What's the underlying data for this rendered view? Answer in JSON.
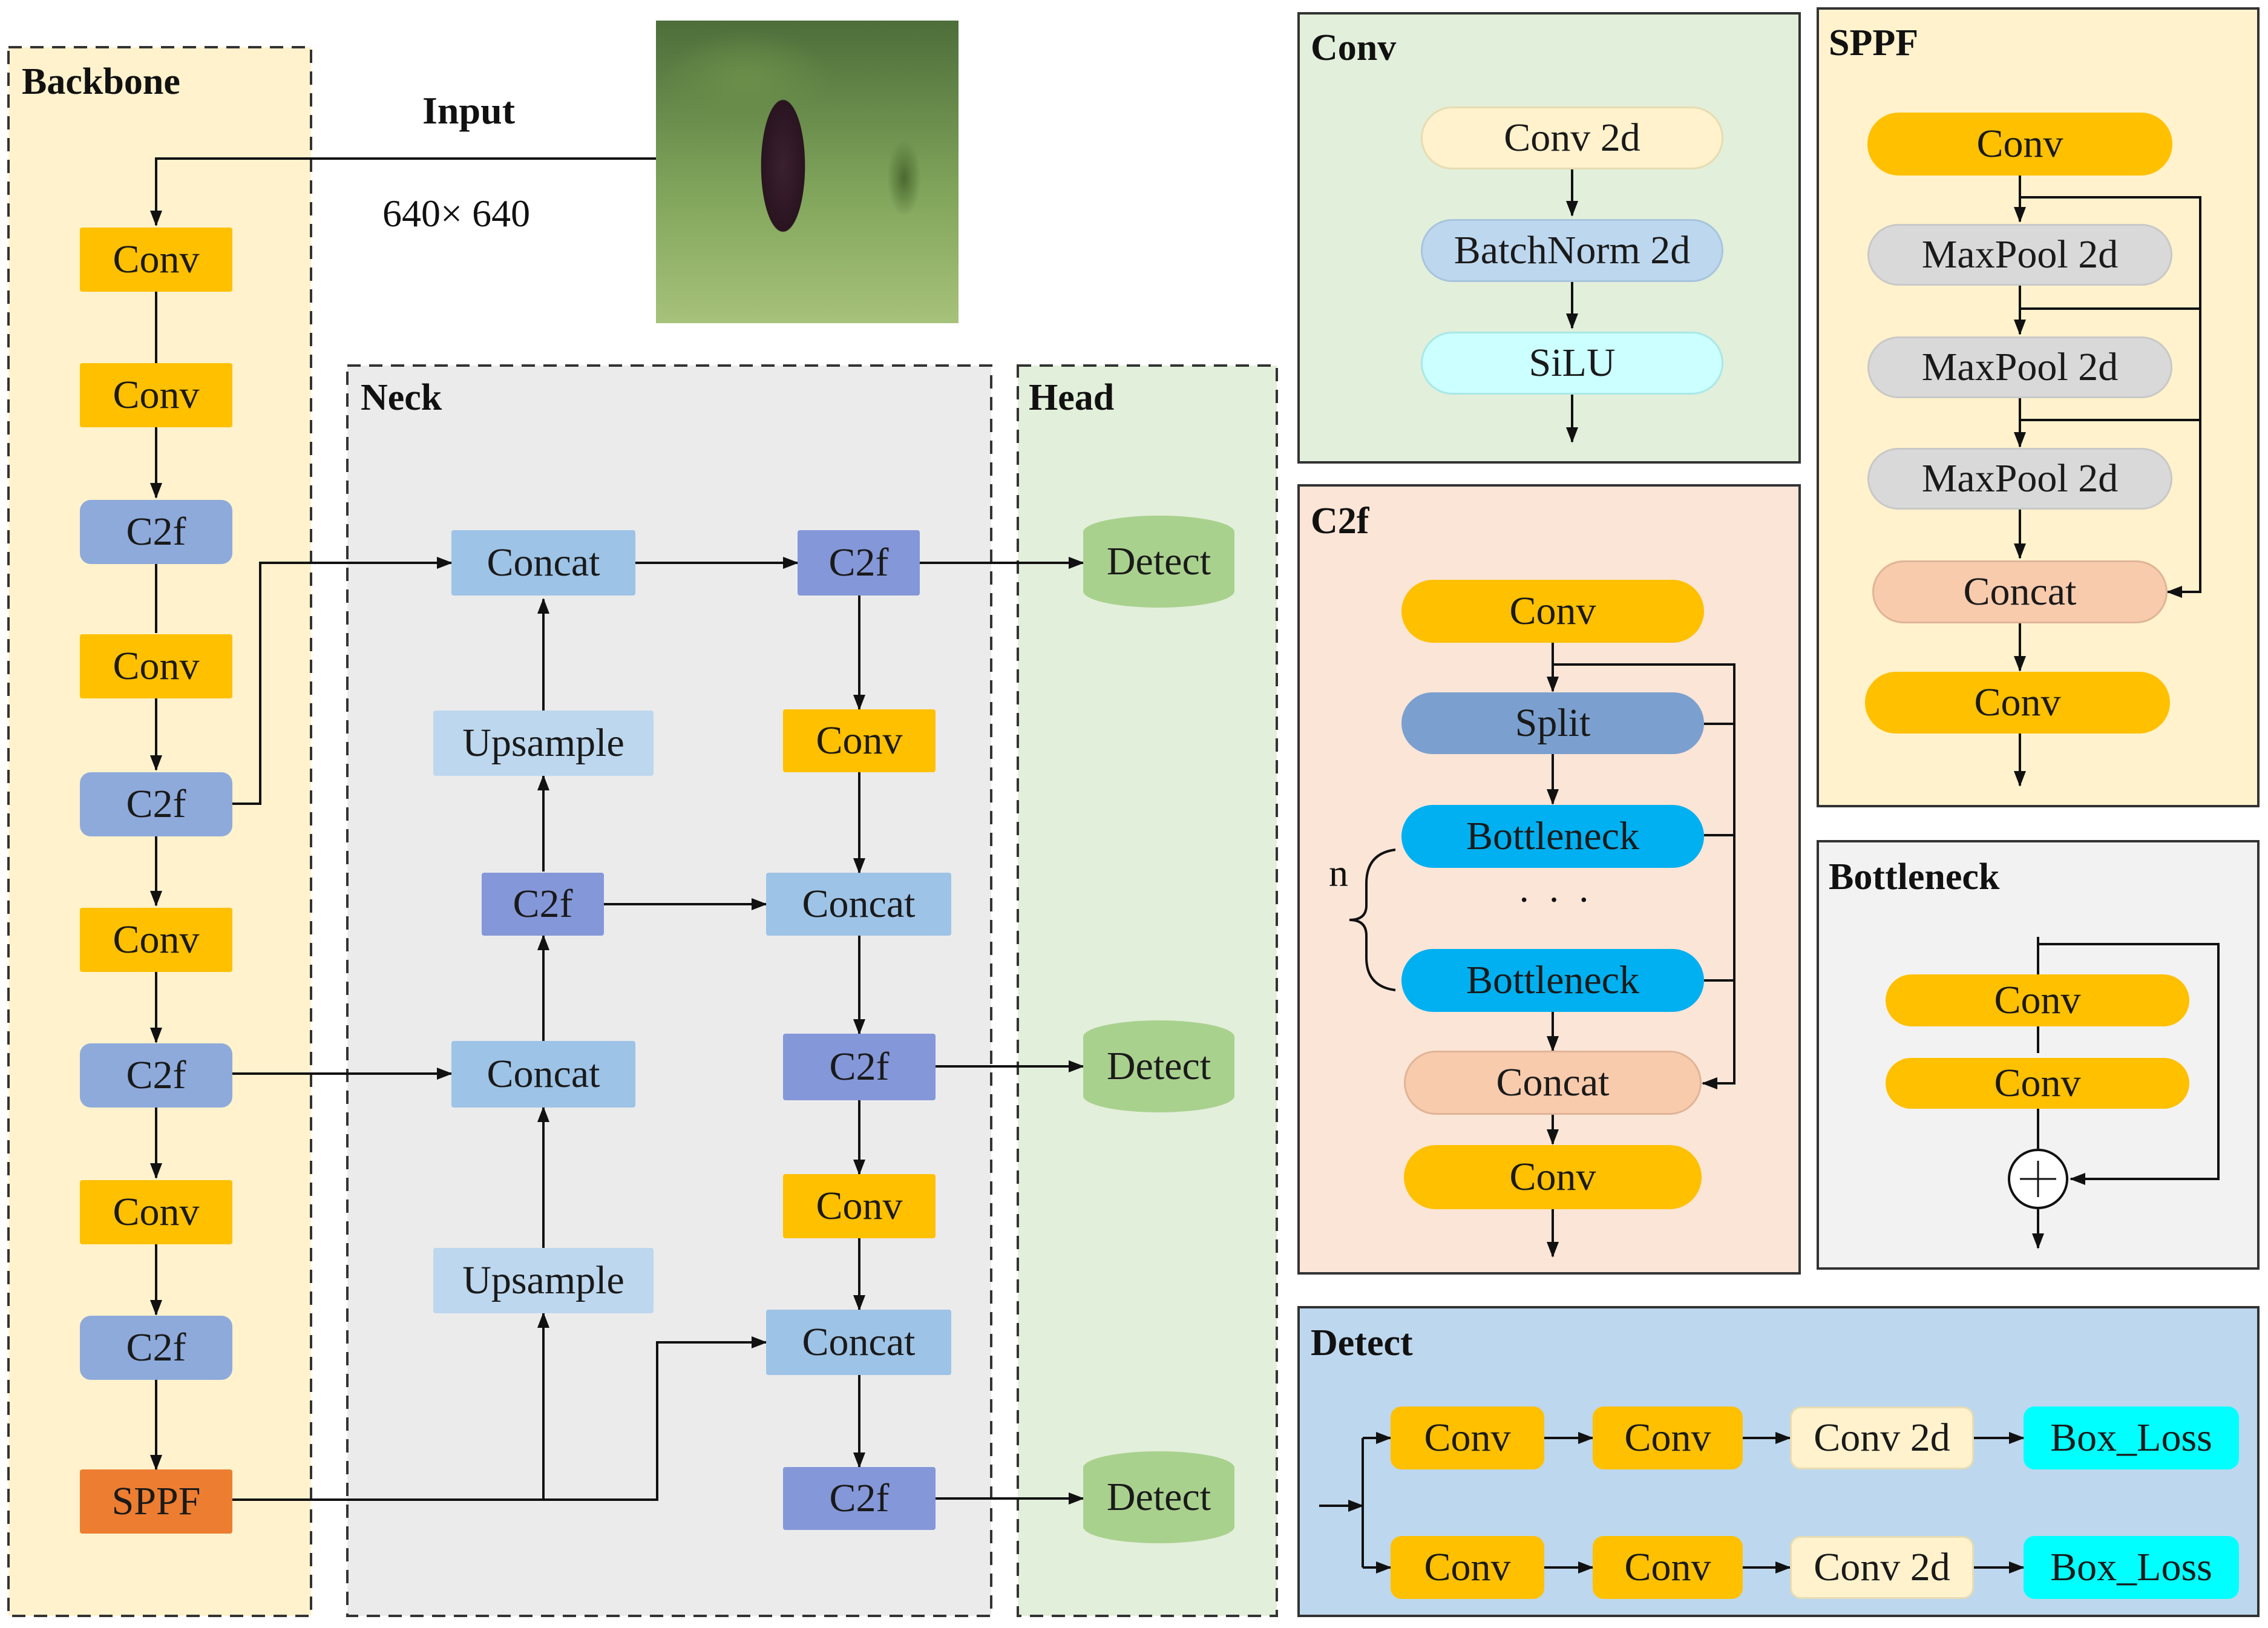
{
  "panels": {
    "backbone": "Backbone",
    "neck": "Neck",
    "head": "Head",
    "conv": "Conv",
    "c2f": "C2f",
    "sppf": "SPPF",
    "bottleneck": "Bottleneck",
    "detect": "Detect"
  },
  "input": {
    "label": "Input",
    "size": "640× 640",
    "image": "eggplant-photo"
  },
  "backbone_nodes": [
    "Conv",
    "Conv",
    "C2f",
    "Conv",
    "C2f",
    "Conv",
    "C2f",
    "Conv",
    "C2f",
    "SPPF"
  ],
  "neck_nodes": {
    "concat_top": "Concat",
    "upsample_top": "Upsample",
    "c2f_mid": "C2f",
    "concat_mid": "Concat",
    "upsample_bottom": "Upsample",
    "c2f_top_right": "C2f",
    "conv_right_1": "Conv",
    "concat_right_mid": "Concat",
    "c2f_right_mid": "C2f",
    "conv_right_2": "Conv",
    "concat_right_bottom": "Concat",
    "c2f_right_bottom": "C2f"
  },
  "head_nodes": [
    "Detect",
    "Detect",
    "Detect"
  ],
  "conv_block": [
    "Conv 2d",
    "BatchNorm 2d",
    "SiLU"
  ],
  "c2f_block": {
    "nodes": [
      "Conv",
      "Split",
      "Bottleneck",
      "Bottleneck",
      "Concat",
      "Conv"
    ],
    "n_label": "n",
    "dots": "· · ·"
  },
  "sppf_block": [
    "Conv",
    "MaxPool 2d",
    "MaxPool 2d",
    "MaxPool 2d",
    "Concat",
    "Conv"
  ],
  "bottleneck_block": {
    "nodes": [
      "Conv",
      "Conv"
    ],
    "add_symbol": "+"
  },
  "detect_block": {
    "row1": [
      "Conv",
      "Conv",
      "Conv 2d",
      "Box_Loss"
    ],
    "row2": [
      "Conv",
      "Conv",
      "Conv 2d",
      "Box_Loss"
    ]
  },
  "colors": {
    "conv": "#ffc000",
    "c2f": "#8eaadb",
    "sppf": "#ed7d31",
    "concat": "#9dc3e6",
    "upsample": "#bdd7ee",
    "detect_head": "#a9d18e",
    "backbone_bg": "#fff2cc",
    "neck_bg": "#ebebeb",
    "head_bg": "#e2efda",
    "c2f_bg": "#fbe5d6",
    "bottleneck_bg": "#f2f2f2",
    "detect_bg": "#bdd7ee"
  }
}
